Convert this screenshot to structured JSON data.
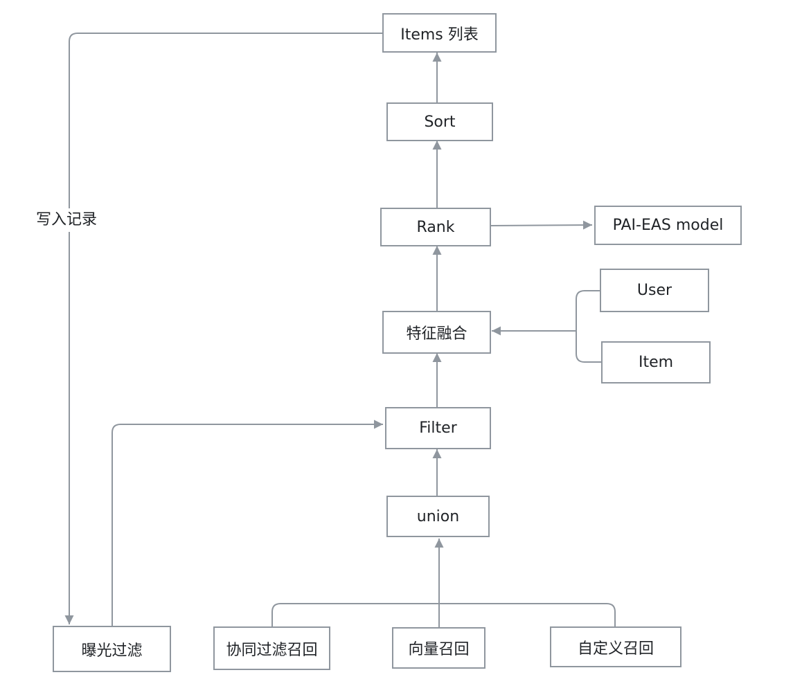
{
  "colors": {
    "line": "#8f969e",
    "text": "#1f2226",
    "background": "#ffffff"
  },
  "nodes": {
    "items": "Items 列表",
    "sort": "Sort",
    "rank": "Rank",
    "pai_eas": "PAI-EAS model",
    "feature_fusion": "特征融合",
    "user": "User",
    "item": "Item",
    "filter": "Filter",
    "union": "union",
    "exposure_filter": "曝光过滤",
    "collab_recall": "协同过滤召回",
    "vector_recall": "向量召回",
    "custom_recall": "自定义召回"
  },
  "edge_labels": {
    "write_record": "写入记录"
  }
}
